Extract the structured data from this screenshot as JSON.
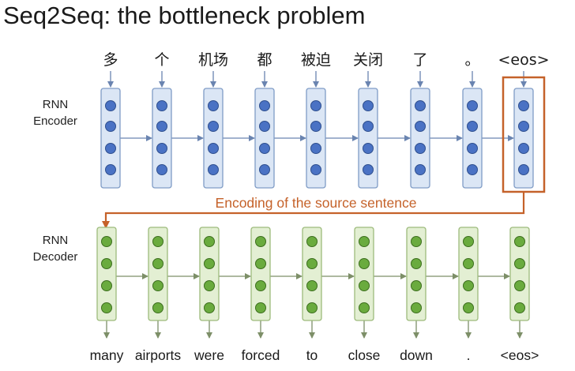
{
  "title": "Seq2Seq: the bottleneck problem",
  "encoder_label": [
    "RNN",
    "Encoder"
  ],
  "decoder_label": [
    "RNN",
    "Decoder"
  ],
  "source_tokens": [
    "多",
    "个",
    "机场",
    "都",
    "被迫",
    "关闭",
    "了",
    "。",
    "<eos>"
  ],
  "target_tokens": [
    "many",
    "airports",
    "were",
    "forced",
    "to",
    "close",
    "down",
    ".",
    "<eos>"
  ],
  "encoding_caption": "Encoding of the source sentence",
  "colors": {
    "encoder_fill": "#dbe6f5",
    "encoder_border": "#7f9cc6",
    "encoder_unit": "#4a72c4",
    "decoder_fill": "#e3efd3",
    "decoder_border": "#9dbb7c",
    "decoder_unit": "#6aab3e",
    "highlight": "#c5622a",
    "arrow_enc": "#6a84b0",
    "arrow_dec": "#7d8f68"
  }
}
